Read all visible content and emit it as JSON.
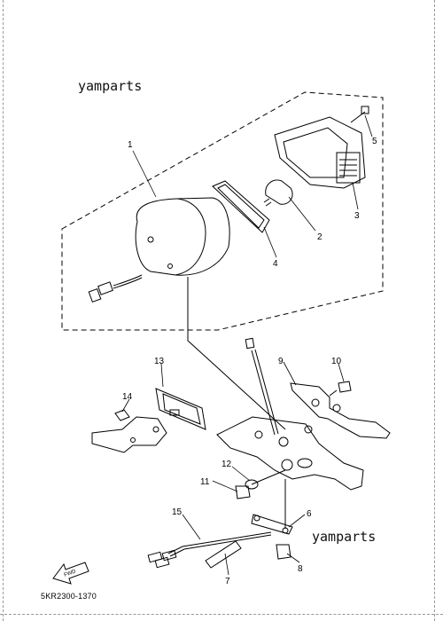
{
  "watermarks": [
    "yamparts",
    "yamparts"
  ],
  "diagram_code": "5KR2300-1370",
  "fwd_label": "FWD",
  "callouts": [
    "1",
    "2",
    "3",
    "4",
    "5",
    "6",
    "7",
    "8",
    "9",
    "10",
    "11",
    "12",
    "13",
    "14",
    "15"
  ]
}
